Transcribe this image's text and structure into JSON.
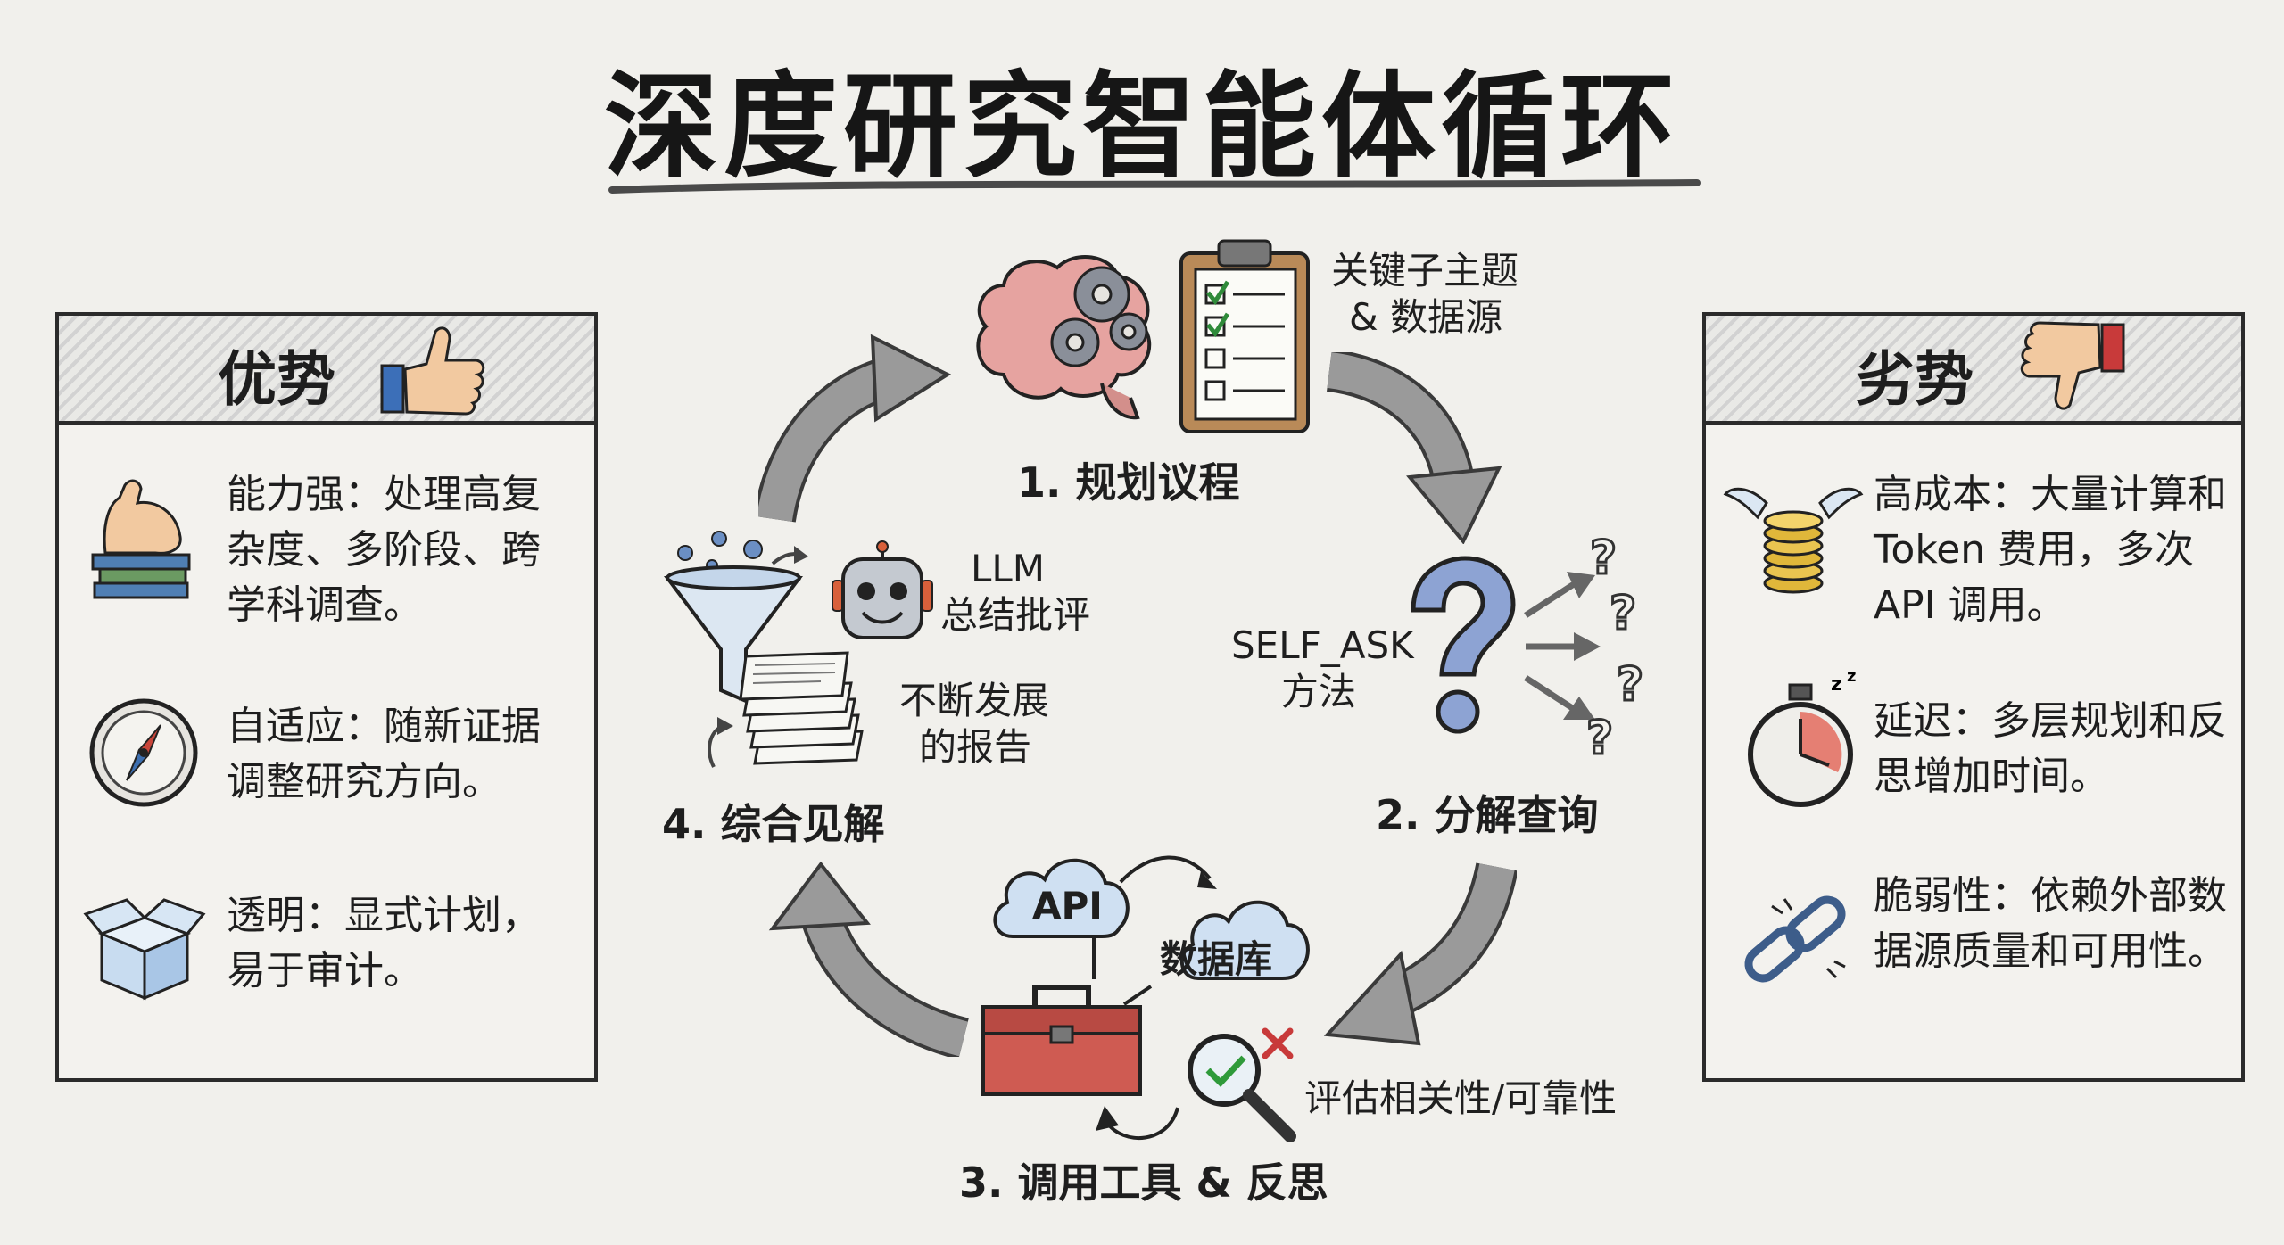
{
  "title": "深度研究智能体循环",
  "pros": {
    "heading": "优势",
    "items": [
      {
        "icon": "flexed-arm-books-icon",
        "text": "能力强：处理高复杂度、多阶段、跨学科调查。"
      },
      {
        "icon": "compass-icon",
        "text": "自适应：随新证据调整研究方向。"
      },
      {
        "icon": "open-box-icon",
        "text": "透明：显式计划，易于审计。"
      }
    ]
  },
  "cons": {
    "heading": "劣势",
    "items": [
      {
        "icon": "winged-coins-icon",
        "text": "高成本：大量计算和Token 费用，多次API 调用。"
      },
      {
        "icon": "stopwatch-icon",
        "text": "延迟：多层规划和反思增加时间。"
      },
      {
        "icon": "broken-chain-icon",
        "text": "脆弱性：依赖外部数据源质量和可用性。"
      }
    ]
  },
  "cycle": {
    "step1": {
      "label": "1. 规划议程",
      "note_line1": "关键子主题",
      "note_line2": "& 数据源"
    },
    "step2": {
      "label": "2. 分解查询",
      "note_line1": "SELF_ASK",
      "note_line2": "方法"
    },
    "step3": {
      "label": "3. 调用工具 & 反思",
      "api": "API",
      "db": "数据库",
      "note": "评估相关性/可靠性"
    },
    "step4": {
      "label": "4. 综合见解",
      "llm_line1": "LLM",
      "llm_line2": "总结批评",
      "report_line1": "不断发展",
      "report_line2": "的报告"
    }
  }
}
